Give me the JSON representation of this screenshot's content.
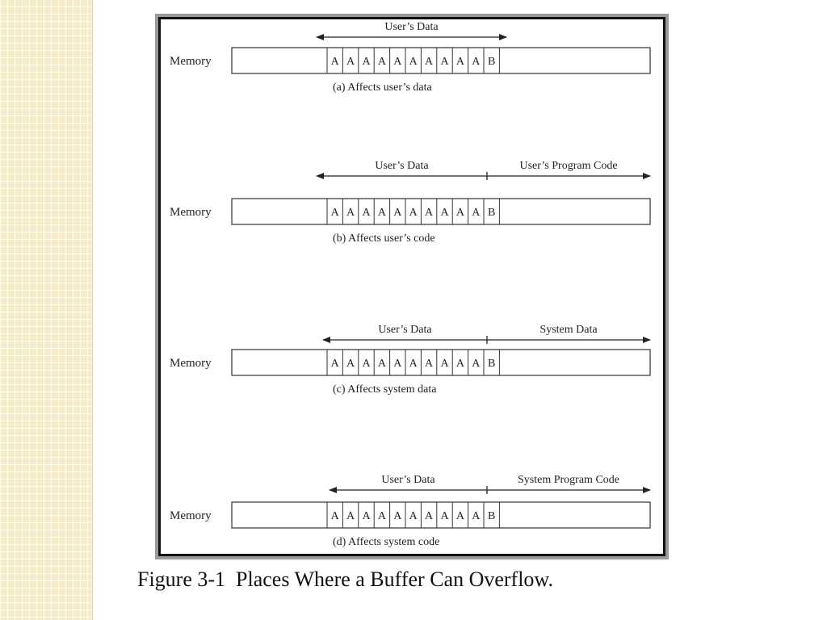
{
  "caption": "Figure 3-1  Places Where a Buffer Can Overflow.",
  "colors": {
    "panel_border": "#111111",
    "frame_gray": "#9a9a9a",
    "side_pattern": "#f6ecc8"
  },
  "panels": [
    {
      "id": "a",
      "memory_label": "Memory",
      "left_region": "User’s Data",
      "right_region": "",
      "cells": [
        "A",
        "A",
        "A",
        "A",
        "A",
        "A",
        "A",
        "A",
        "A",
        "A",
        "B"
      ],
      "sublabel": "(a)  Affects user’s data"
    },
    {
      "id": "b",
      "memory_label": "Memory",
      "left_region": "User’s Data",
      "right_region": "User’s Program Code",
      "cells": [
        "A",
        "A",
        "A",
        "A",
        "A",
        "A",
        "A",
        "A",
        "A",
        "A",
        "B"
      ],
      "sublabel": "(b)  Affects user’s code"
    },
    {
      "id": "c",
      "memory_label": "Memory",
      "left_region": "User’s Data",
      "right_region": "System Data",
      "cells": [
        "A",
        "A",
        "A",
        "A",
        "A",
        "A",
        "A",
        "A",
        "A",
        "A",
        "B"
      ],
      "sublabel": "(c)  Affects system data"
    },
    {
      "id": "d",
      "memory_label": "Memory",
      "left_region": "User’s Data",
      "right_region": "System Program Code",
      "cells": [
        "A",
        "A",
        "A",
        "A",
        "A",
        "A",
        "A",
        "A",
        "A",
        "A",
        "B"
      ],
      "sublabel": "(d)  Affects system code"
    }
  ]
}
